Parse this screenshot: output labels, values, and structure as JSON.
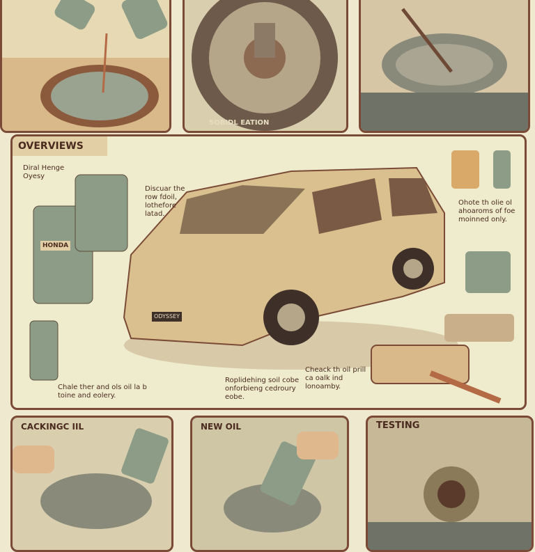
{
  "top_panels": [
    {
      "caption": ""
    },
    {
      "caption": "SOBIDL EATION"
    },
    {
      "caption": ""
    }
  ],
  "overview": {
    "title": "OVERVIEWS",
    "notes": [
      "Diral Henge Oyesy",
      "Discuar the row fdoil, lothefore latad.",
      "Ohote th olie ol ahoaroms of foe moinned only.",
      "Chale ther and ols oil la b toine and eolery.",
      "Roplidehing soil cobe onforbieng cedroury eobe.",
      "Cheack th oil prill ca oalk ind lonoamby."
    ],
    "car_badge": "ODYSSEY",
    "bottle_label": "HONDA"
  },
  "bottom_panels": [
    {
      "title": "CACKINGC IIL"
    },
    {
      "title": "NEW OIL"
    },
    {
      "title": "TESTING"
    }
  ],
  "colors": {
    "background": "#efe9cf",
    "border": "#7a4a36",
    "car": "#d9c08e",
    "bottle": "#8c9c86",
    "accent": "#b46a44"
  }
}
